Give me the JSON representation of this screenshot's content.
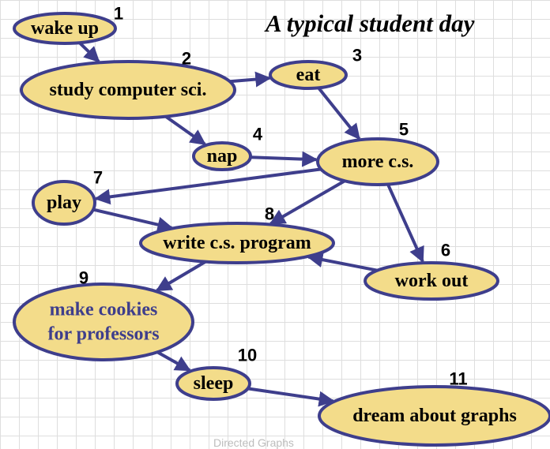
{
  "title": "A typical student day",
  "footer": "Directed Graphs",
  "colors": {
    "node_fill": "#f3dc8a",
    "node_stroke": "#3e3e8c",
    "edge": "#3e3e8c",
    "highlight_text": "#3e3e8c"
  },
  "nodes": [
    {
      "id": "wake",
      "number": "1",
      "lines": [
        "wake up"
      ]
    },
    {
      "id": "study",
      "number": "2",
      "lines": [
        "study computer sci."
      ]
    },
    {
      "id": "eat",
      "number": "3",
      "lines": [
        "eat"
      ]
    },
    {
      "id": "nap",
      "number": "4",
      "lines": [
        "nap"
      ]
    },
    {
      "id": "more",
      "number": "5",
      "lines": [
        "more c.s."
      ]
    },
    {
      "id": "workout",
      "number": "6",
      "lines": [
        "work out"
      ]
    },
    {
      "id": "play",
      "number": "7",
      "lines": [
        "play"
      ]
    },
    {
      "id": "write",
      "number": "8",
      "lines": [
        "write c.s. program"
      ]
    },
    {
      "id": "cookies",
      "number": "9",
      "lines": [
        "make cookies",
        "for professors"
      ],
      "highlight": true
    },
    {
      "id": "sleep",
      "number": "10",
      "lines": [
        "sleep"
      ]
    },
    {
      "id": "dream",
      "number": "11",
      "lines": [
        "dream about graphs"
      ]
    }
  ],
  "edges": [
    [
      "wake",
      "study"
    ],
    [
      "study",
      "eat"
    ],
    [
      "study",
      "nap"
    ],
    [
      "eat",
      "more"
    ],
    [
      "nap",
      "more"
    ],
    [
      "more",
      "play"
    ],
    [
      "more",
      "write"
    ],
    [
      "more",
      "workout"
    ],
    [
      "play",
      "write"
    ],
    [
      "workout",
      "write"
    ],
    [
      "write",
      "cookies"
    ],
    [
      "cookies",
      "sleep"
    ],
    [
      "sleep",
      "dream"
    ]
  ]
}
